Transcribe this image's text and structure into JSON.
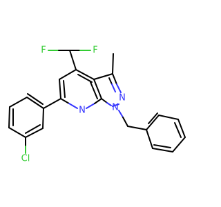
{
  "molecule": {
    "atoms": {
      "F1": "F",
      "F2": "F",
      "N_ring_pyridine": "N",
      "N_pyrazole_2": "N",
      "N_pyrazole_1": "N",
      "Cl": "Cl"
    },
    "colors": {
      "carbon_bond": "#000000",
      "nitrogen": "#3333ff",
      "fluorine": "#33cc33",
      "chlorine": "#33cc33"
    }
  }
}
